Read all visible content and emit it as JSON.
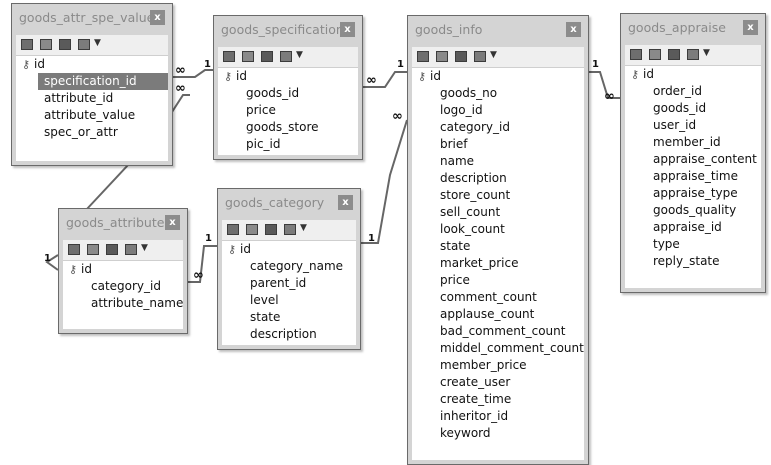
{
  "tables": [
    {
      "id": "t1",
      "name": "goods_attr_spe_value",
      "close": "x",
      "fields": [
        {
          "name": "id",
          "pk": true
        },
        {
          "name": "specification_id",
          "selected": true
        },
        {
          "name": "attribute_id"
        },
        {
          "name": "attribute_value"
        },
        {
          "name": "spec_or_attr"
        }
      ]
    },
    {
      "id": "t2",
      "name": "goods_specification",
      "close": "x",
      "fields": [
        {
          "name": "id",
          "pk": true
        },
        {
          "name": "goods_id"
        },
        {
          "name": "price"
        },
        {
          "name": "goods_store"
        },
        {
          "name": "pic_id"
        }
      ]
    },
    {
      "id": "t3",
      "name": "goods_info",
      "close": "x",
      "fields": [
        {
          "name": "id",
          "pk": true
        },
        {
          "name": "goods_no"
        },
        {
          "name": "logo_id"
        },
        {
          "name": "category_id"
        },
        {
          "name": "brief"
        },
        {
          "name": "name"
        },
        {
          "name": "description"
        },
        {
          "name": "store_count"
        },
        {
          "name": "sell_count"
        },
        {
          "name": "look_count"
        },
        {
          "name": "state"
        },
        {
          "name": "market_price"
        },
        {
          "name": "price"
        },
        {
          "name": "comment_count"
        },
        {
          "name": "applause_count"
        },
        {
          "name": "bad_comment_count"
        },
        {
          "name": "middel_comment_count"
        },
        {
          "name": "member_price"
        },
        {
          "name": "create_user"
        },
        {
          "name": "create_time"
        },
        {
          "name": "inheritor_id"
        },
        {
          "name": "keyword"
        }
      ]
    },
    {
      "id": "t4",
      "name": "goods_appraise",
      "close": "x",
      "fields": [
        {
          "name": "id",
          "pk": true
        },
        {
          "name": "order_id"
        },
        {
          "name": "goods_id"
        },
        {
          "name": "user_id"
        },
        {
          "name": "member_id"
        },
        {
          "name": "appraise_content"
        },
        {
          "name": "appraise_time"
        },
        {
          "name": "appraise_type"
        },
        {
          "name": "goods_quality"
        },
        {
          "name": "appraise_id"
        },
        {
          "name": "type"
        },
        {
          "name": "reply_state"
        }
      ]
    },
    {
      "id": "t5",
      "name": "goods_attribute",
      "close": "x",
      "fields": [
        {
          "name": "id",
          "pk": true
        },
        {
          "name": "category_id"
        },
        {
          "name": "attribute_name"
        }
      ]
    },
    {
      "id": "t6",
      "name": "goods_category",
      "close": "x",
      "fields": [
        {
          "name": "id",
          "pk": true
        },
        {
          "name": "category_name"
        },
        {
          "name": "parent_id"
        },
        {
          "name": "level"
        },
        {
          "name": "state"
        },
        {
          "name": "description"
        }
      ]
    }
  ],
  "relations": [
    {
      "one": "1",
      "many": "∞"
    },
    {
      "one": "1",
      "many": "∞"
    },
    {
      "one": "1",
      "many": "∞"
    },
    {
      "one": "1",
      "many": "∞"
    },
    {
      "one": "1",
      "many": "∞"
    }
  ],
  "self_relation": {
    "one": "1"
  },
  "colors": {
    "canvas": "#ffffff",
    "window": "#d4d4d4",
    "border": "#6a6a6a",
    "selected": "#7b7b7b",
    "title": "#8a8a8a"
  }
}
